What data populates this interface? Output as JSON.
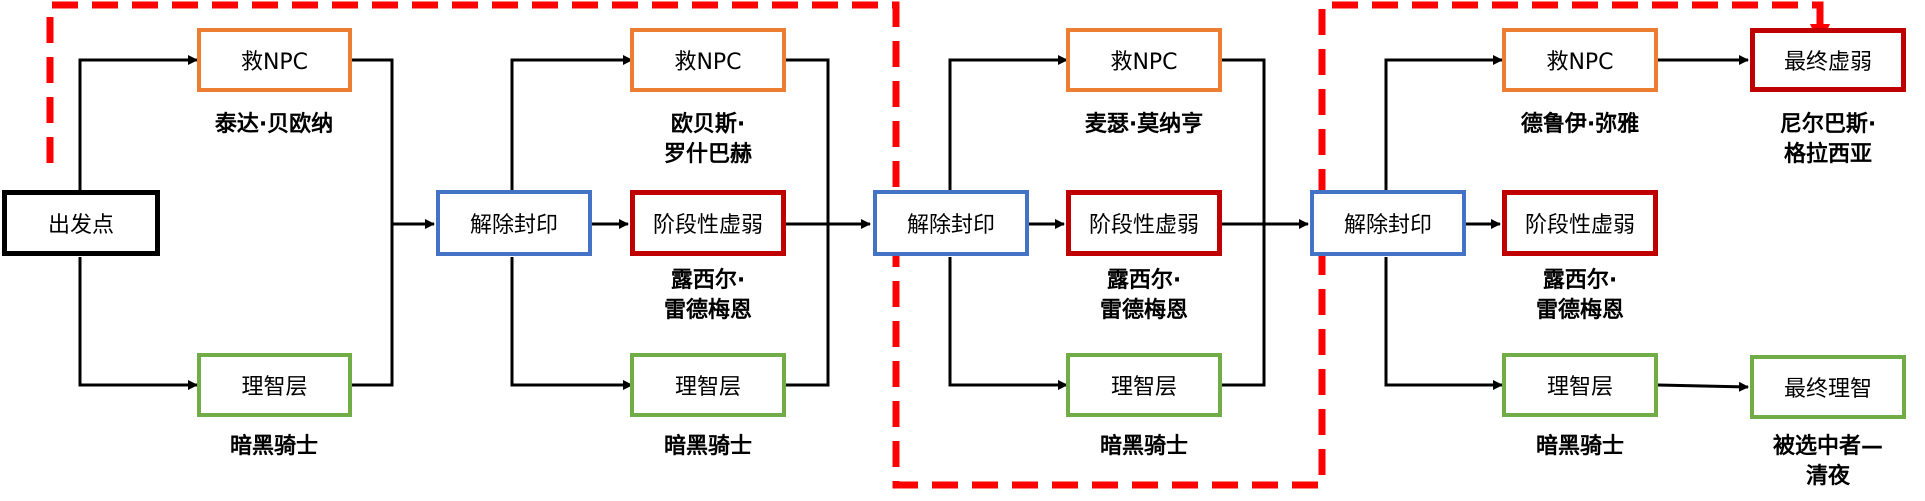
{
  "colors": {
    "start": "#000000",
    "seal": "#4472C4",
    "npc": "#ED7D31",
    "weak": "#C00000",
    "sanity": "#70AD47",
    "highlight": "#FF0000"
  },
  "start": {
    "label": "出发点"
  },
  "stage1": {
    "npc": {
      "label": "救NPC",
      "name": "泰达·贝欧纳"
    },
    "sanity": {
      "label": "理智层",
      "name": "暗黑骑士"
    }
  },
  "stage2": {
    "seal": {
      "label": "解除封印"
    },
    "npc": {
      "label": "救NPC",
      "name": "欧贝斯·\n罗什巴赫"
    },
    "weak": {
      "label": "阶段性虚弱",
      "name": "露西尔·\n雷德梅恩"
    },
    "sanity": {
      "label": "理智层",
      "name": "暗黑骑士"
    }
  },
  "stage3": {
    "seal": {
      "label": "解除封印"
    },
    "npc": {
      "label": "救NPC",
      "name": "麦瑟·莫纳亨"
    },
    "weak": {
      "label": "阶段性虚弱",
      "name": "露西尔·\n雷德梅恩"
    },
    "sanity": {
      "label": "理智层",
      "name": "暗黑骑士"
    }
  },
  "stage4": {
    "seal": {
      "label": "解除封印"
    },
    "npc": {
      "label": "救NPC",
      "name": "德鲁伊·弥雅"
    },
    "weak": {
      "label": "阶段性虚弱",
      "name": "露西尔·\n雷德梅恩"
    },
    "sanity": {
      "label": "理智层",
      "name": "暗黑骑士"
    }
  },
  "final": {
    "weak": {
      "label": "最终虚弱",
      "name": "尼尔巴斯·\n格拉西亚"
    },
    "sanity": {
      "label": "最终理智",
      "name": "被选中者—\n清夜"
    }
  }
}
